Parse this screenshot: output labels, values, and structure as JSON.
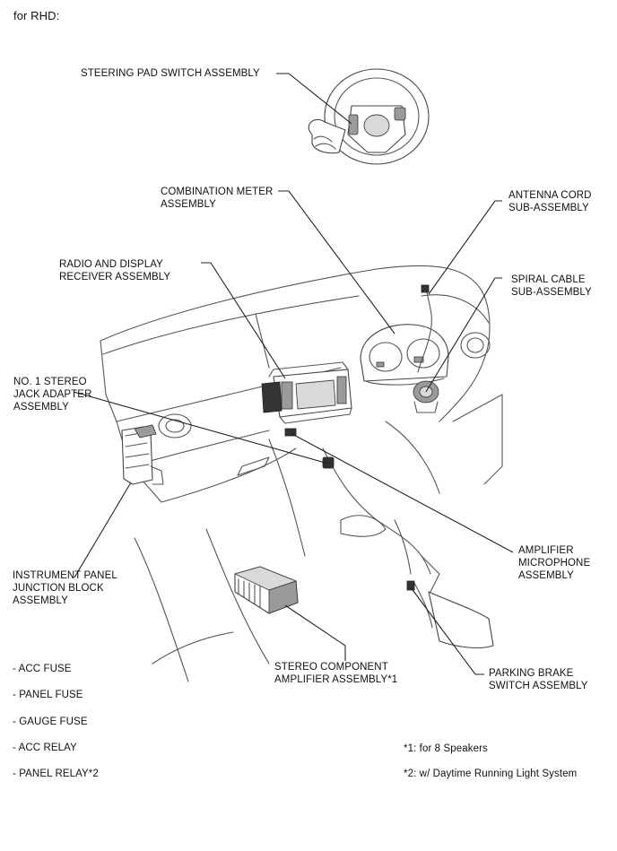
{
  "header": "for RHD:",
  "labels": {
    "steering_pad": [
      "STEERING PAD SWITCH ASSEMBLY"
    ],
    "combination_meter": [
      "COMBINATION METER",
      "ASSEMBLY"
    ],
    "antenna_cord": [
      "ANTENNA CORD",
      "SUB-ASSEMBLY"
    ],
    "radio_display": [
      "RADIO AND DISPLAY",
      "RECEIVER ASSEMBLY"
    ],
    "spiral_cable": [
      "SPIRAL CABLE",
      "SUB-ASSEMBLY"
    ],
    "stereo_jack": [
      "NO. 1 STEREO",
      "JACK ADAPTER",
      "ASSEMBLY"
    ],
    "amplifier_microphone": [
      "AMPLIFIER",
      "MICROPHONE",
      "ASSEMBLY"
    ],
    "junction_block": [
      "INSTRUMENT PANEL",
      "JUNCTION BLOCK",
      "ASSEMBLY"
    ],
    "stereo_amplifier": [
      "STEREO COMPONENT",
      "AMPLIFIER ASSEMBLY*1"
    ],
    "parking_brake": [
      "PARKING BRAKE",
      "SWITCH ASSEMBLY"
    ]
  },
  "fuse_list": [
    "- ACC FUSE",
    "- PANEL FUSE",
    "- GAUGE FUSE",
    "- ACC RELAY",
    "- PANEL RELAY*2"
  ],
  "footnotes": [
    "*1: for 8 Speakers",
    "*2: w/ Daytime Running Light System"
  ]
}
